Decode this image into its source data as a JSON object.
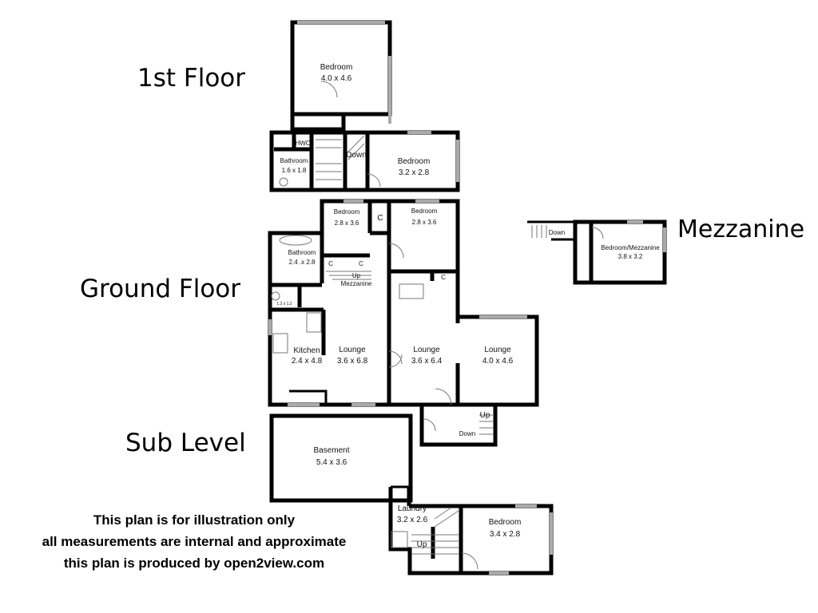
{
  "floors": {
    "first": "1st Floor",
    "mezzanine": "Mezzanine",
    "ground": "Ground Floor",
    "sub": "Sub Level"
  },
  "rooms": {
    "first_bedroom_top": {
      "name": "Bedroom",
      "size": "4.0 x 4.6"
    },
    "first_bathroom": {
      "name": "Bathroom",
      "size": "1.6 x 1.8"
    },
    "first_hwc": "HWC",
    "first_down": "Down",
    "first_bedroom_right": {
      "name": "Bedroom",
      "size": "3.2 x 2.8"
    },
    "ground_bedroom_left": {
      "name": "Bedroom",
      "size": "2.8 x 3.6"
    },
    "ground_bedroom_right": {
      "name": "Bedroom",
      "size": "2.8 x 3.6"
    },
    "ground_closet": "C",
    "ground_bathroom": {
      "name": "Bathroom",
      "size": "2.4 .x 2.8"
    },
    "ground_toilet_size": "1.2 x 1.2",
    "ground_up_mezzanine": {
      "up": "Up",
      "to": "Mezzanine"
    },
    "kitchen": {
      "name": "Kitchen",
      "size": "2.4 x 4.8"
    },
    "lounge_1": {
      "name": "Lounge",
      "size": "3.6 x 6.8"
    },
    "lounge_2": {
      "name": "Lounge",
      "size": "3.6 x 6.4"
    },
    "lounge_3": {
      "name": "Lounge",
      "size": "4.0 x 4.6"
    },
    "entry_up": "Up",
    "entry_down": "Down",
    "mezz_down": "Down",
    "mezz_bedroom": {
      "name": "Bedroom/Mezzanine",
      "size": "3.8 x 3.2"
    },
    "basement": {
      "name": "Basement",
      "size": "5.4 x 3.6"
    },
    "laundry": {
      "name": "Laundry",
      "size": "3.2 x 2.6"
    },
    "sub_up": "Up",
    "sub_bedroom": {
      "name": "Bedroom",
      "size": "3.4 x 2.8"
    }
  },
  "disclaimer": [
    "This plan is for illustration only",
    "all measurements are internal and approximate",
    "this plan is produced by open2view.com"
  ]
}
